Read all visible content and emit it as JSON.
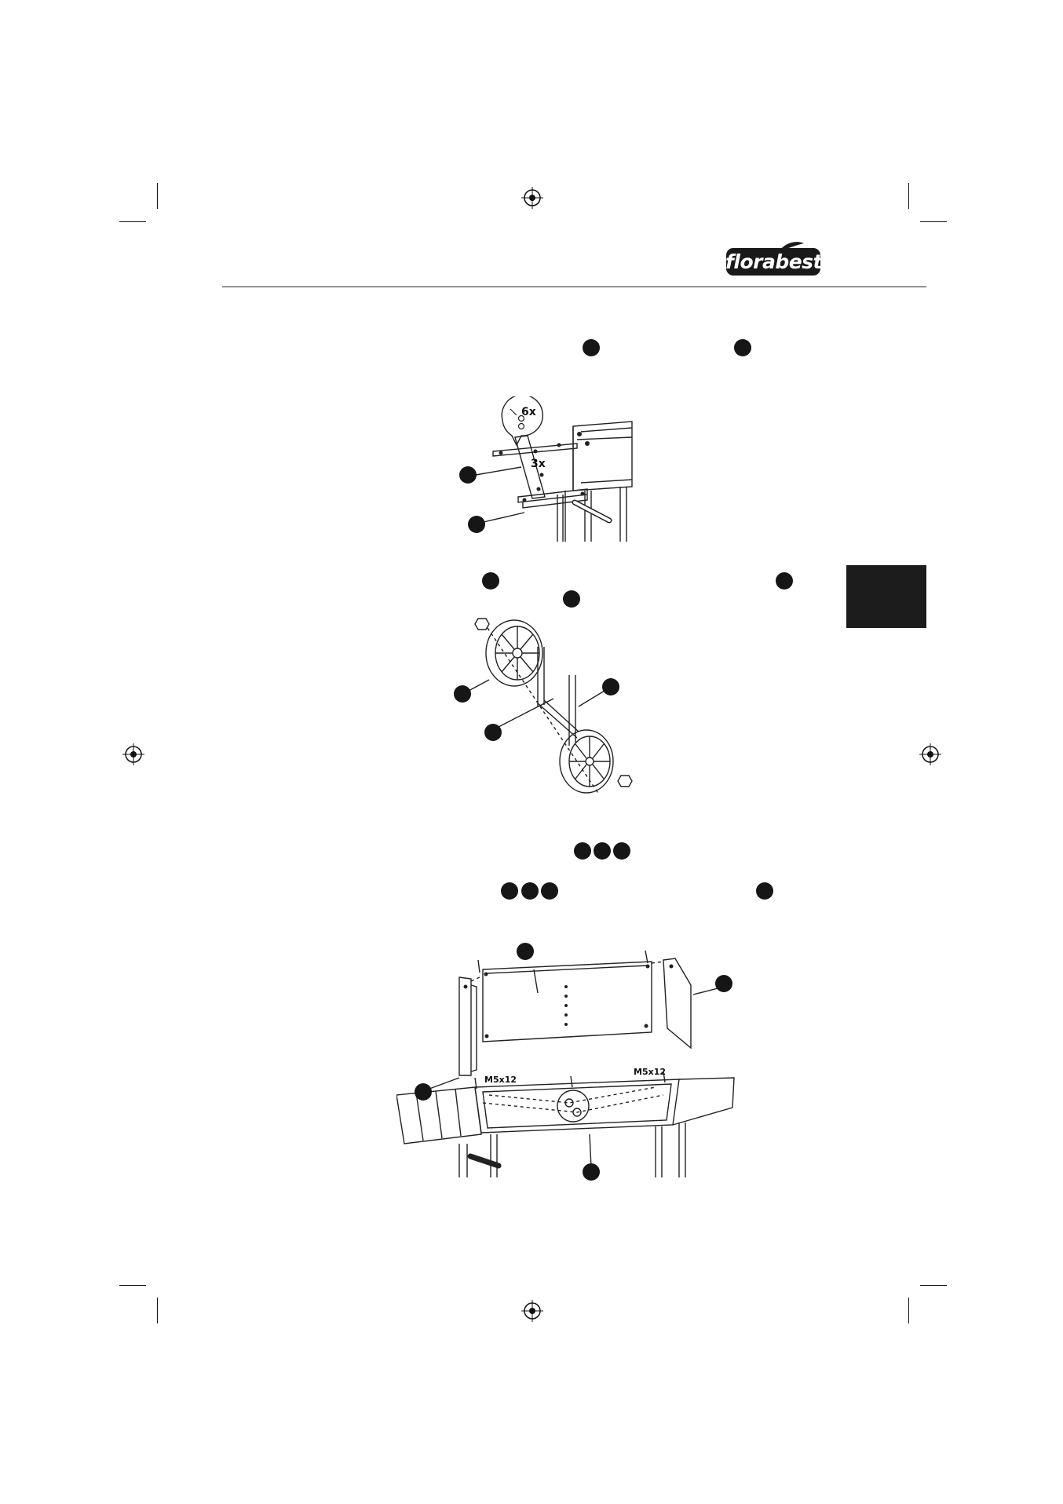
{
  "brand": {
    "logo_text": "florabest",
    "bg_color": "#1a1a1a"
  },
  "figures": {
    "fig1": {
      "screw_count": "6x",
      "bolt_count": "3x"
    },
    "fig3": {
      "screw_label_left": "M5x12",
      "screw_label_right": "M5x12"
    }
  },
  "colors": {
    "ink": "#161616",
    "line": "#222222",
    "paper": "#ffffff"
  }
}
